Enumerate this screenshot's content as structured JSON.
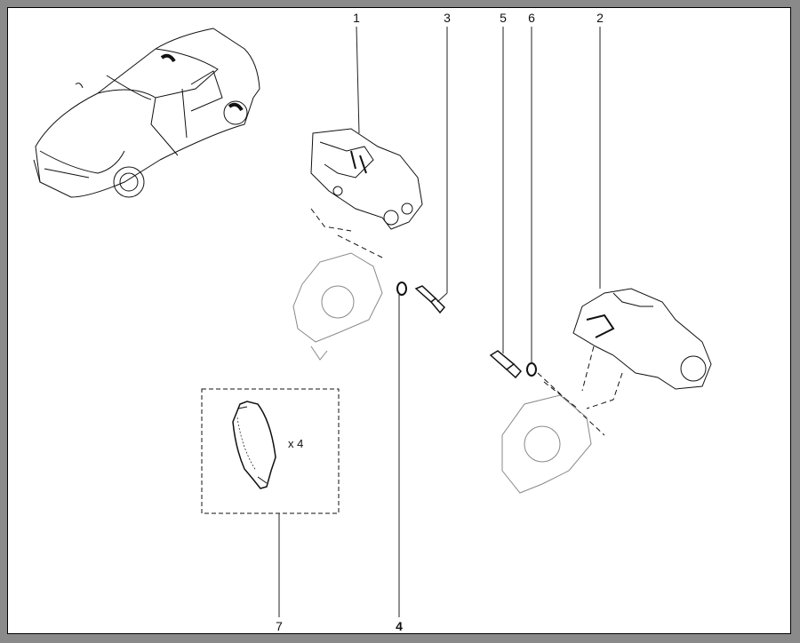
{
  "diagram": {
    "callouts": {
      "c1": "1",
      "c2": "2",
      "c3": "3",
      "c4": "4",
      "c5": "5",
      "c6": "6",
      "c7": "7"
    },
    "pad_quantity": "x 4"
  }
}
